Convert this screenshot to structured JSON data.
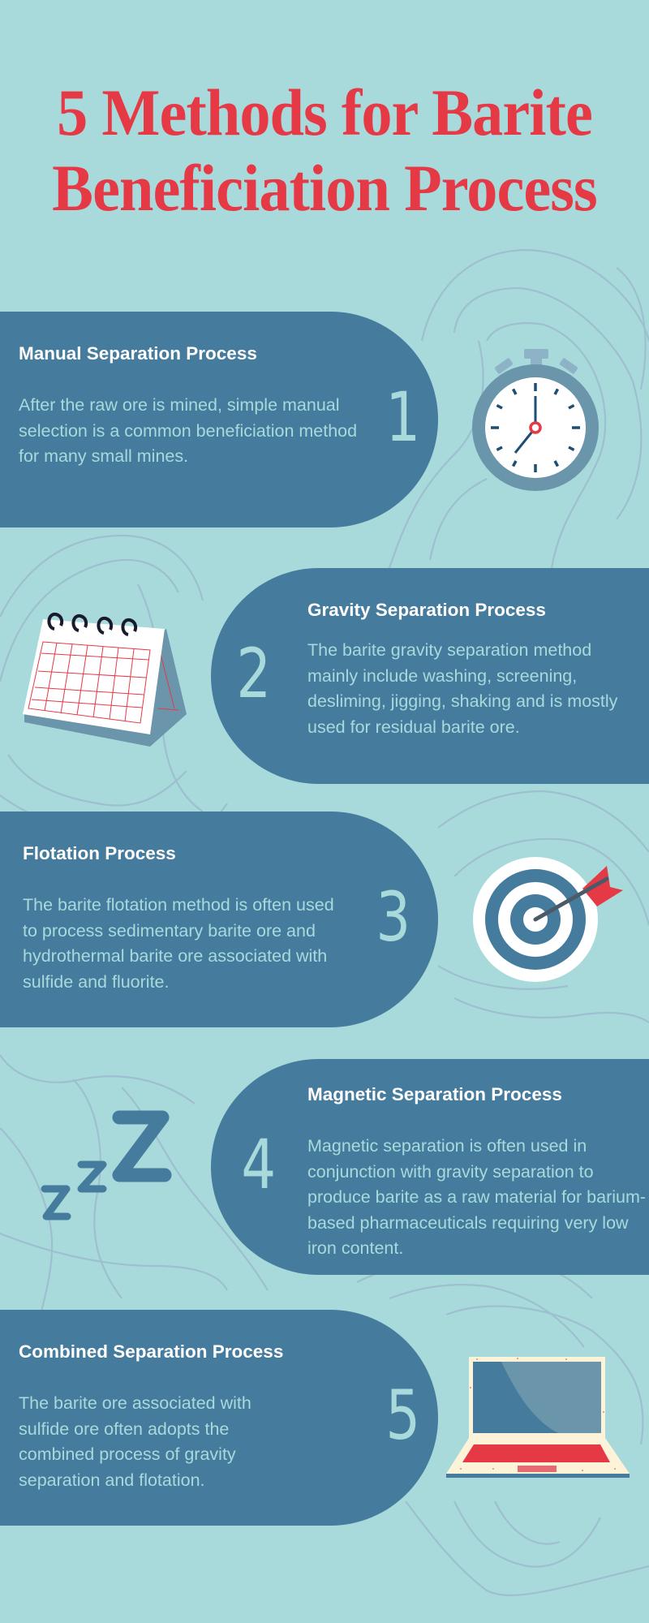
{
  "title": {
    "line1": "5 Methods for Barite",
    "line2": "Beneficiation Process",
    "color": "#e63946"
  },
  "colors": {
    "background": "#a8dadc",
    "card": "#457b9d",
    "heading_text": "#ffffff",
    "body_text": "#a8dadc",
    "accent_red": "#e63946",
    "contour_lines": "#9dbfcf"
  },
  "methods": [
    {
      "number": "1",
      "heading": "Manual Separation Process",
      "body": "After the raw ore is mined, simple manual selection is a common beneficiation method for many small mines.",
      "icon": "stopwatch-icon",
      "side": "left"
    },
    {
      "number": "2",
      "heading": "Gravity Separation Process",
      "body": "The barite gravity separation method mainly include washing, screening, desliming, jigging, shaking and is mostly used for residual barite ore.",
      "icon": "calendar-icon",
      "side": "right"
    },
    {
      "number": "3",
      "heading": "Flotation Process",
      "body": "The barite flotation method is often used to process sedimentary barite ore and hydrothermal barite ore associated with sulfide and fluorite.",
      "icon": "target-arrow-icon",
      "side": "left"
    },
    {
      "number": "4",
      "heading": "Magnetic Separation Process",
      "body": "Magnetic separation is often used in conjunction with gravity separation to produce barite as a raw material for barium-based pharmaceuticals requiring very low iron content.",
      "icon": "zzz-sleep-icon",
      "side": "right"
    },
    {
      "number": "5",
      "heading": "Combined Separation Process",
      "body": "The barite ore associated with sulfide ore often adopts the combined process of gravity separation and flotation.",
      "icon": "laptop-icon",
      "side": "left"
    }
  ]
}
